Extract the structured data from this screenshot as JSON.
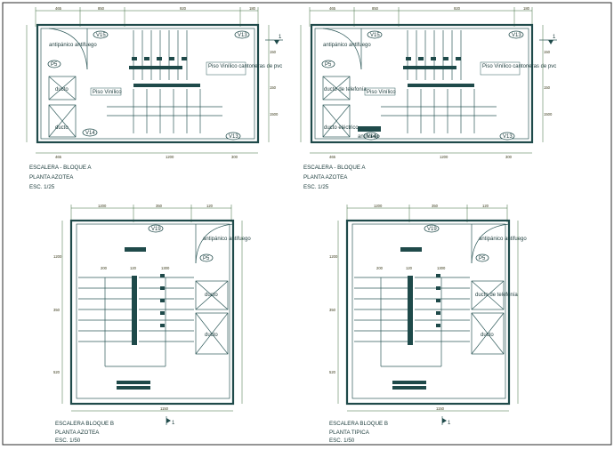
{
  "drawings": [
    {
      "id": "a1",
      "captions": [
        "ESCALERA -  BLOQUE A",
        "PLANTA AZOTEA",
        "ESC. 1/25"
      ],
      "labels": {
        "tag_v15": "V15",
        "tag_v13": "V13",
        "tag_v14": "V14",
        "tag_p5": "P5",
        "antifuego": "antipánico antifuego",
        "piso_vinilico_cantonera": "Piso Vinílico cantoneras de pvc",
        "piso_vinilico": "Piso Vinílico",
        "ducto": "ducto",
        "ducto_2": "ducto",
        "section": "1"
      },
      "dims_top": [
        "465",
        "850",
        "920",
        "180"
      ],
      "dims_bottom": [
        "465",
        "1200",
        "300"
      ],
      "dims_side": [
        "150",
        "150",
        "1500"
      ]
    },
    {
      "id": "a2",
      "captions": [
        "ESCALERA -  BLOQUE A",
        "PLANTA AZOTEA",
        "ESC. 1/25"
      ],
      "labels": {
        "tag_v15": "V15",
        "tag_v13": "V13",
        "tag_v14": "V14",
        "tag_p5": "P5",
        "antifuego": "antipánico antifuego",
        "piso_vinilico_cantonera": "Piso Vinílico cantoneras de pvc",
        "piso_vinilico": "Piso Vinílico",
        "ducto": "ducto de telefonía",
        "ducto_2": "ducto eléctrico",
        "antifuego_2": "antifuego",
        "section": "1"
      },
      "dims_top": [
        "465",
        "850",
        "920",
        "180"
      ],
      "dims_bottom": [
        "465",
        "1200",
        "300"
      ],
      "dims_side": [
        "150",
        "150",
        "1500"
      ]
    },
    {
      "id": "b1",
      "captions": [
        "ESCALERA BLOQUE B",
        "PLANTA AZOTEA",
        "ESC. 1/50"
      ],
      "labels": {
        "tag_v19": "V19",
        "tag_p5": "P5",
        "antifuego": "antipánico antifuego",
        "ducto": "ducto",
        "ducto_2": "ducto",
        "section": "1"
      },
      "dims_top": [
        "1200",
        "350",
        "120"
      ],
      "dims_mid": [
        "200",
        "120",
        "1300"
      ],
      "dims_bottom": [
        "1150"
      ],
      "dims_side": [
        "1200",
        "350",
        "520"
      ]
    },
    {
      "id": "b2",
      "captions": [
        "ESCALERA BLOQUE B",
        "PLANTA TIPICA",
        "ESC. 1/50"
      ],
      "labels": {
        "tag_v19": "V19",
        "tag_p5": "P5",
        "antifuego": "antipánico antifuego",
        "ducto": "ducto de telefonía",
        "ducto_2": "ducto",
        "section": "1"
      },
      "dims_top": [
        "1200",
        "350",
        "120"
      ],
      "dims_mid": [
        "200",
        "120",
        "1300"
      ],
      "dims_bottom": [
        "1150"
      ],
      "dims_side": [
        "1200",
        "350",
        "520"
      ]
    }
  ]
}
